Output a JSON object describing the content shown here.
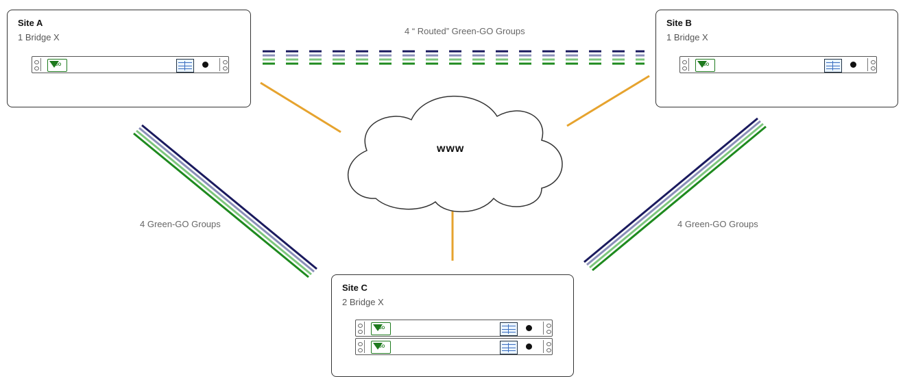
{
  "sites": {
    "a": {
      "title": "Site A",
      "subtitle": "1 Bridge X"
    },
    "b": {
      "title": "Site B",
      "subtitle": "1 Bridge X"
    },
    "c": {
      "title": "Site C",
      "subtitle": "2 Bridge X"
    }
  },
  "device": {
    "logo_text": "GO"
  },
  "cloud": {
    "label": "www"
  },
  "links": {
    "routed_label": "4 “ Routed” Green-GO Groups",
    "ac_label": "4 Green-GO Groups",
    "bc_label": "4 Green-GO Groups"
  },
  "colors": {
    "group_lines": [
      "#1a1a5e",
      "#8a8fb8",
      "#7dc67d",
      "#1e8a1e"
    ],
    "internet": "#e6a32e",
    "cloud_stroke": "#333333"
  }
}
